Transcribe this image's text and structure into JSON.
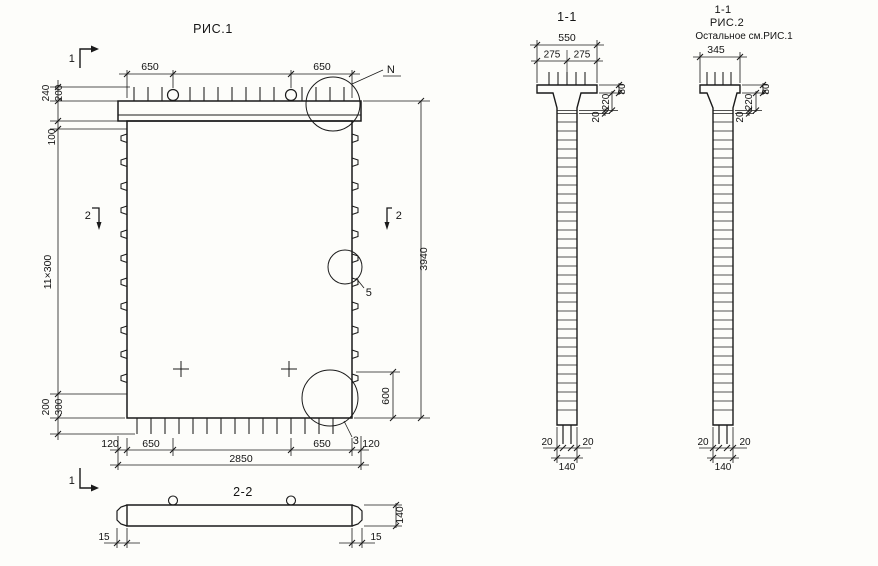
{
  "colors": {
    "ink": "#1a1a1a",
    "paper": "#fdfdfa"
  },
  "fig1": {
    "title": "РИС.1",
    "top_dims": {
      "left_650": "650",
      "right_650": "650"
    },
    "left_dims": {
      "d240": "240",
      "d200_top": "200",
      "d100": "100",
      "d11x300": "11×300",
      "d200_bottom": "200",
      "d300": "300"
    },
    "right_dims": {
      "d3940": "3940",
      "d600": "600"
    },
    "bottom_dims": {
      "d120_left": "120",
      "d650_left": "650",
      "d650_right": "650",
      "d120_right": "120",
      "d2850": "2850"
    },
    "section_marks": {
      "s1_top": "1",
      "s1_bottom": "1",
      "s2_left": "2",
      "s2_right": "2"
    },
    "detail_labels": {
      "n": "N",
      "d5": "5",
      "d3": "3"
    }
  },
  "section22": {
    "title": "2-2",
    "d140": "140",
    "d15_left": "15",
    "d15_right": "15"
  },
  "section11": {
    "title": "1-1",
    "d550": "550",
    "d275_left": "275",
    "d275_right": "275",
    "d80": "80",
    "d220": "220",
    "d20": "20",
    "bottom": {
      "d20_left": "20",
      "d20_right": "20",
      "d140": "140"
    }
  },
  "fig2": {
    "title": "1-1",
    "subtitle": "РИС.2",
    "note": "Остальное см.РИС.1",
    "d345": "345",
    "d80": "80",
    "d220": "220",
    "d20": "20",
    "bottom": {
      "d20_left": "20",
      "d20_right": "20",
      "d140": "140"
    }
  }
}
